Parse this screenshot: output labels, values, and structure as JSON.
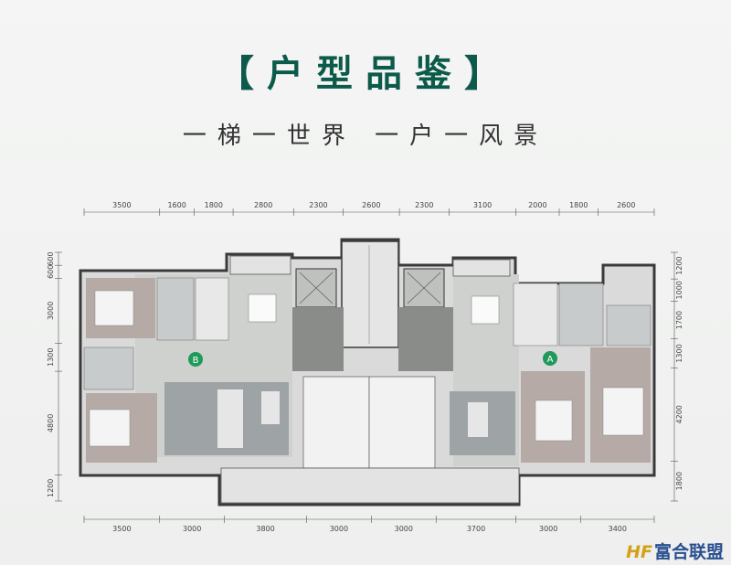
{
  "title": "【户型品鉴】",
  "subtitle": "一梯一世界  一户一风景",
  "top_dims": [
    "3500",
    "1600",
    "1800",
    "2800",
    "2300",
    "2600",
    "2300",
    "3100",
    "2000",
    "1800",
    "2600"
  ],
  "bottom_dims": [
    "3500",
    "3000",
    "3800",
    "3000",
    "3000",
    "3700",
    "3000",
    "3400"
  ],
  "left_dims": [
    "600",
    "600",
    "3000",
    "1300",
    "4800",
    "1200"
  ],
  "right_dims": [
    "1200",
    "1000",
    "1700",
    "1300",
    "4200",
    "1800"
  ],
  "unit_labels": {
    "b": "B",
    "a": "A"
  },
  "colors": {
    "title": "#0b5a4a",
    "unit_badge": "#1f9a5a"
  },
  "watermark": {
    "logo_icon": "hf-logo-icon",
    "text": "富合联盟"
  }
}
